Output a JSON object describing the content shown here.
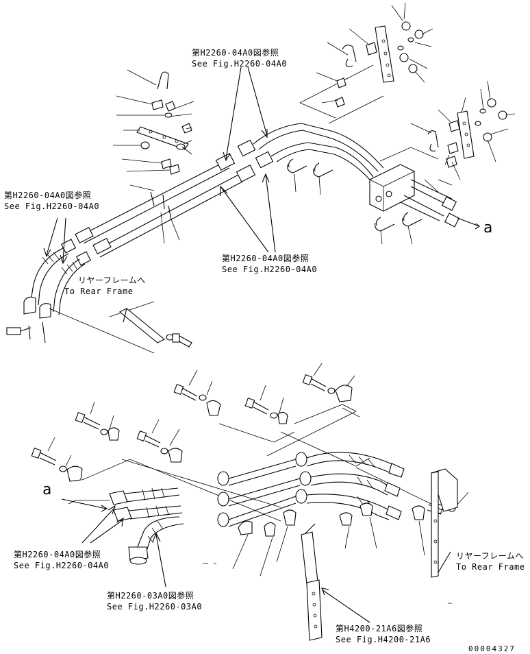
{
  "callouts": {
    "top_center": {
      "jp": "第H2260-04A0図参照",
      "en": "See Fig.H2260-04A0"
    },
    "upper_left": {
      "jp": "第H2260-04A0図参照",
      "en": "See Fig.H2260-04A0"
    },
    "middle_center": {
      "jp": "第H2260-04A0図参照",
      "en": "See Fig.H2260-04A0"
    },
    "rear_frame_upper": {
      "jp": "リヤーフレームへ",
      "en": "To Rear Frame"
    },
    "rear_frame_lower": {
      "jp": "リヤーフレームへ",
      "en": "To Rear Frame"
    },
    "lower_left": {
      "jp": "第H2260-04A0図参照",
      "en": "See Fig.H2260-04A0"
    },
    "lower_center": {
      "jp": "第H2260-03A0図参照",
      "en": "See Fig.H2260-03A0"
    },
    "bottom_center": {
      "jp": "第H4200-21A6図参照",
      "en": "See Fig.H4200-21A6"
    }
  },
  "marker_upper": "a",
  "marker_lower": "a",
  "drawing_number": "00004327"
}
